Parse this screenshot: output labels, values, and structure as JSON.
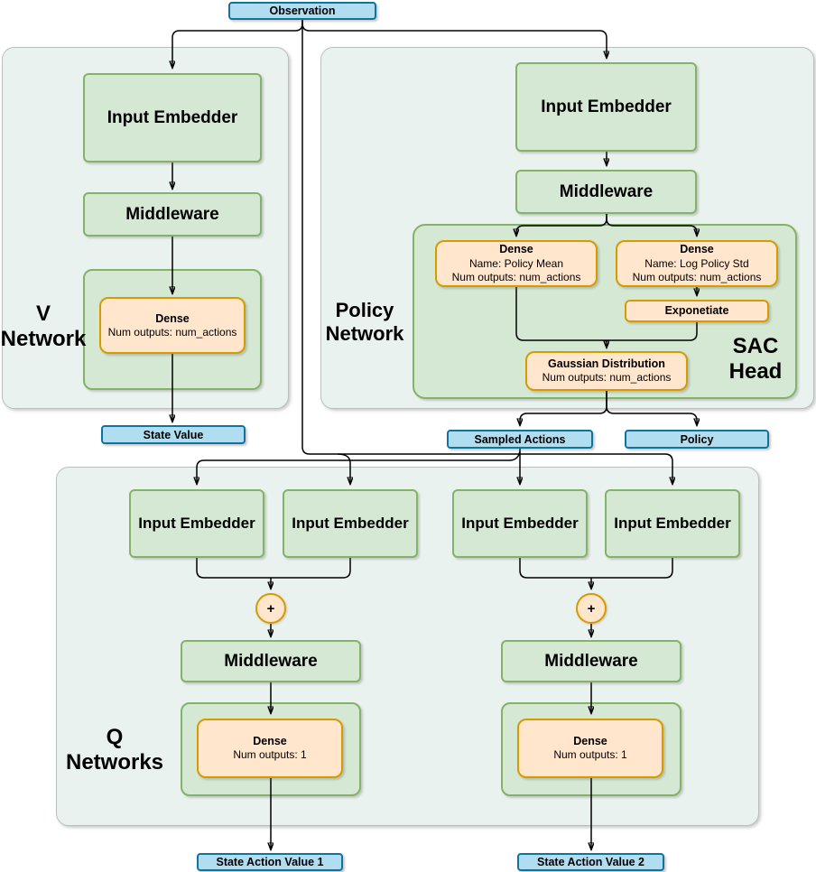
{
  "io": {
    "observation": "Observation",
    "state_value": "State Value",
    "sampled_actions": "Sampled Actions",
    "policy": "Policy",
    "state_action_value_1": "State Action Value 1",
    "state_action_value_2": "State Action Value 2"
  },
  "v_network": {
    "label_line1": "V",
    "label_line2": "Network",
    "input_embedder": "Input Embedder",
    "middleware": "Middleware",
    "dense": {
      "title": "Dense",
      "outputs": "Num outputs: num_actions"
    }
  },
  "policy_network": {
    "label_line1": "Policy",
    "label_line2": "Network",
    "input_embedder": "Input Embedder",
    "middleware": "Middleware",
    "sac_head": {
      "label_line1": "SAC",
      "label_line2": "Head",
      "dense_mean": {
        "title": "Dense",
        "name": "Name: Policy Mean",
        "outputs": "Num outputs: num_actions"
      },
      "dense_std": {
        "title": "Dense",
        "name": "Name: Log Policy Std",
        "outputs": "Num outputs: num_actions"
      },
      "exponetiate": "Exponetiate",
      "gaussian": {
        "title": "Gaussian Distribution",
        "outputs": "Num outputs: num_actions"
      }
    }
  },
  "q_networks": {
    "label_line1": "Q",
    "label_line2": "Networks",
    "input_embedder": "Input Embedder",
    "plus": "+",
    "middleware": "Middleware",
    "dense": {
      "title": "Dense",
      "outputs": "Num outputs: 1"
    }
  },
  "colors": {
    "blue_fill": "#b1ddf0",
    "blue_stroke": "#10739e",
    "green_fill": "#d5e8d4",
    "green_stroke": "#82b366",
    "orange_fill": "#ffe6cc",
    "orange_stroke": "#d79b00",
    "container_fill": "#eaf2ef",
    "container_stroke": "#b9c0bd",
    "edge": "#000000"
  }
}
